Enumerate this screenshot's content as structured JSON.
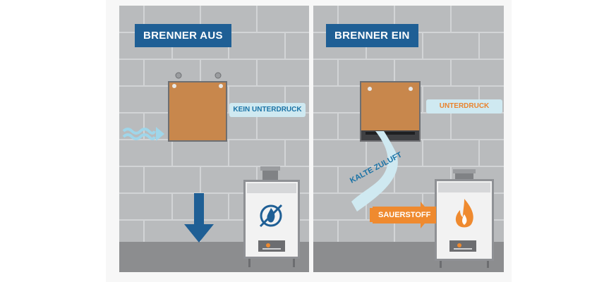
{
  "panels": {
    "left": {
      "title": "BRENNER AUS",
      "pressure_label": "KEIN UNTERDRUCK",
      "burner_icon": "flame-off-icon",
      "arrow_icon": "wavy-arrow-icon",
      "down_arrow_icon": "down-arrow-icon"
    },
    "right": {
      "title": "BRENNER EIN",
      "pressure_label": "UNTERDRUCK",
      "airflow_label": "KALTE ZULUFT",
      "oxygen_label": "SAUERSTOFF",
      "burner_icon": "flame-icon"
    }
  },
  "colors": {
    "title_bg": "#1f5f95",
    "wall": "#b9bbbd",
    "floor": "#8c8d8f",
    "vent": "#c8874c",
    "label_bg": "#cfe9f1",
    "blue_text": "#1b73a6",
    "orange": "#ef8a2f",
    "arrow_blue": "#1f5f95"
  }
}
